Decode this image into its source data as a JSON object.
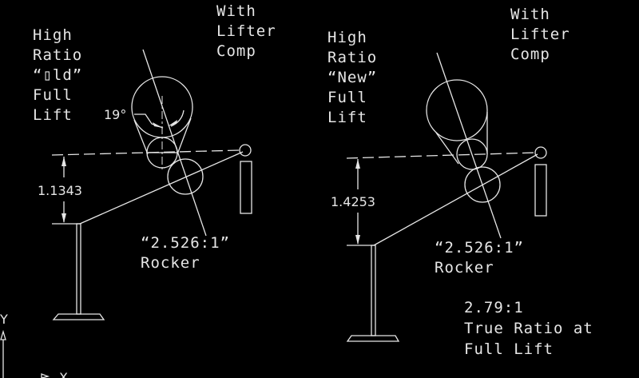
{
  "colors": {
    "background": "#000000",
    "linework": "#e6e6e6"
  },
  "left_drawing": {
    "title_lines": [
      "High",
      "Ratio",
      "“▯ld”",
      "Full",
      "Lift"
    ],
    "comp_lines": [
      "With",
      "Lifter",
      "Comp"
    ],
    "angle_label": "19°",
    "dimension": "1.1343",
    "rocker_ratio": "“2.526:1”",
    "rocker_label": "Rocker"
  },
  "right_drawing": {
    "title_lines": [
      "High",
      "Ratio",
      "“New”",
      "Full",
      "Lift"
    ],
    "comp_lines": [
      "With",
      "Lifter",
      "Comp"
    ],
    "dimension": "1.4253",
    "rocker_ratio": "“2.526:1”",
    "rocker_label": "Rocker",
    "true_ratio_lines": [
      "2.79:1",
      "True Ratio at",
      "Full Lift"
    ]
  },
  "ucs_icon": {
    "y_label": "Y",
    "x_label": "X"
  }
}
